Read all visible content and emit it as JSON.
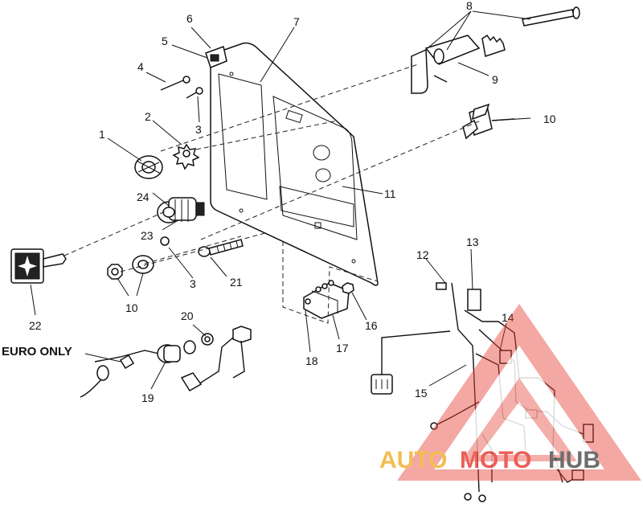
{
  "callouts": [
    {
      "id": "c1",
      "label": "1"
    },
    {
      "id": "c2",
      "label": "2"
    },
    {
      "id": "c3a",
      "label": "3"
    },
    {
      "id": "c3b",
      "label": "3"
    },
    {
      "id": "c4",
      "label": "4"
    },
    {
      "id": "c5",
      "label": "5"
    },
    {
      "id": "c6",
      "label": "6"
    },
    {
      "id": "c7",
      "label": "7"
    },
    {
      "id": "c8",
      "label": "8"
    },
    {
      "id": "c9",
      "label": "9"
    },
    {
      "id": "c10a",
      "label": "10"
    },
    {
      "id": "c10b",
      "label": "10"
    },
    {
      "id": "c11",
      "label": "11"
    },
    {
      "id": "c12",
      "label": "12"
    },
    {
      "id": "c13",
      "label": "13"
    },
    {
      "id": "c14",
      "label": "14"
    },
    {
      "id": "c15",
      "label": "15"
    },
    {
      "id": "c16",
      "label": "16"
    },
    {
      "id": "c17",
      "label": "17"
    },
    {
      "id": "c18",
      "label": "18"
    },
    {
      "id": "c19",
      "label": "19"
    },
    {
      "id": "c20",
      "label": "20"
    },
    {
      "id": "c21",
      "label": "21"
    },
    {
      "id": "c22",
      "label": "22"
    },
    {
      "id": "c23",
      "label": "23"
    },
    {
      "id": "c24",
      "label": "24"
    }
  ],
  "note": "EURO ONLY",
  "watermark": {
    "text_part1": "AUTO",
    "text_part2": "MOTO",
    "text_part3": "HUB",
    "color_primary": "#e8453c",
    "color_secondary": "#f2b233"
  }
}
